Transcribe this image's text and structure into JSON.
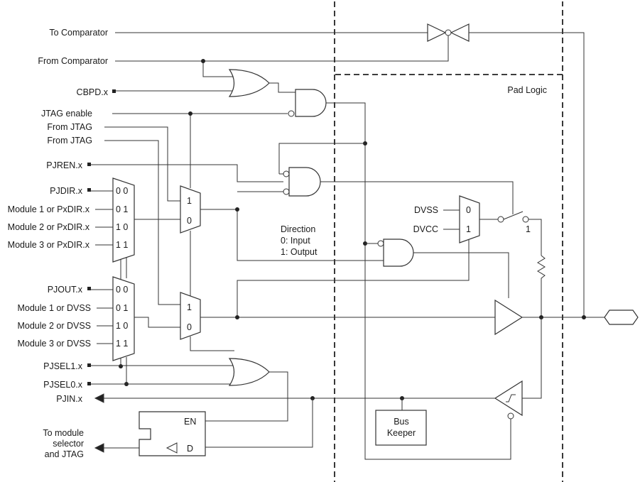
{
  "inputs": {
    "to_comparator": "To Comparator",
    "from_comparator": "From Comparator",
    "cbpd": "CBPD.x",
    "jtag_enable": "JTAG enable",
    "from_jtag_1": "From JTAG",
    "from_jtag_2": "From JTAG",
    "pjren": "PJREN.x",
    "pjdir": "PJDIR.x",
    "module1_pxdir": "Module 1 or PxDIR.x",
    "module2_pxdir": "Module 2 or PxDIR.x",
    "module3_pxdir": "Module 3 or PxDIR.x",
    "pjout": "PJOUT.x",
    "module1_dvss": "Module 1 or DVSS",
    "module2_dvss": "Module 2 or DVSS",
    "module3_dvss": "Module 3 or DVSS",
    "pjsel1": "PJSEL1.x",
    "pjsel0": "PJSEL0.x",
    "pjin": "PJIN.x",
    "to_module_1": "To module",
    "to_module_2": "selector",
    "to_module_3": "and JTAG"
  },
  "mux_codes": [
    "0 0",
    "0 1",
    "1 0",
    "1 1"
  ],
  "mux2_labels": {
    "one": "1",
    "zero": "0"
  },
  "pad_logic": "Pad Logic",
  "direction": {
    "title": "Direction",
    "input": "0: Input",
    "output": "1: Output"
  },
  "supply": {
    "dvss": "DVSS",
    "dvcc": "DVCC"
  },
  "switch_label": "1",
  "latch": {
    "en": "EN",
    "d": "D"
  },
  "bus_keeper": {
    "line1": "Bus",
    "line2": "Keeper"
  }
}
